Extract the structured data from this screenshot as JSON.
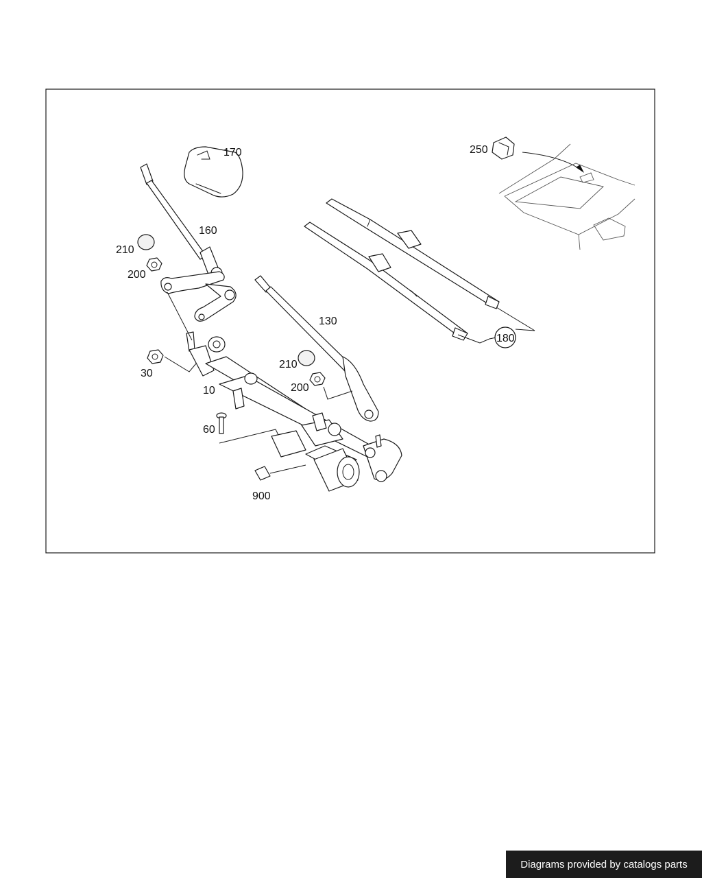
{
  "diagram": {
    "callouts": {
      "p10": "10",
      "p30": "30",
      "p60": "60",
      "p130": "130",
      "p160": "160",
      "p170": "170",
      "p180": "180",
      "p200a": "200",
      "p200b": "200",
      "p210a": "210",
      "p210b": "210",
      "p250": "250",
      "p900": "900"
    }
  },
  "footer": {
    "credit": "Diagrams provided by catalogs parts"
  }
}
